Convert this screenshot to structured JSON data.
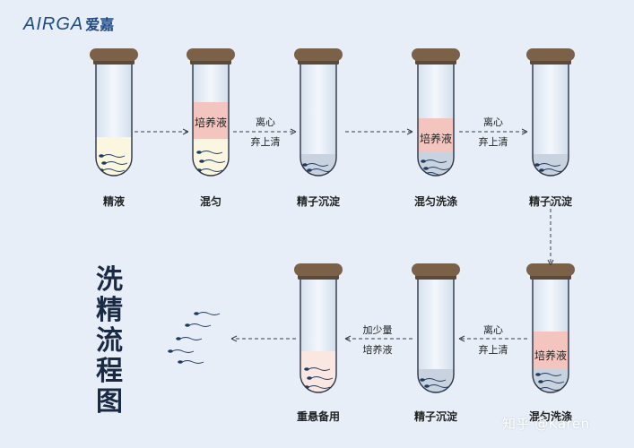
{
  "logo": {
    "latin": "AIRGA",
    "cjk": "爱嘉"
  },
  "title_chars": [
    "洗",
    "精",
    "流",
    "程",
    "图"
  ],
  "tubes": [
    {
      "label": "精液"
    },
    {
      "label": "混匀",
      "band": "培养液"
    },
    {
      "label": "精子沉淀"
    },
    {
      "label": "混匀洗涤",
      "band": "培养液"
    },
    {
      "label": "精子沉淀"
    },
    {
      "label": "混匀洗涤",
      "band": "培养液"
    },
    {
      "label": "精子沉淀"
    },
    {
      "label": "重悬备用"
    }
  ],
  "arrows": [
    {
      "line1": "离心",
      "line2": "弃上清"
    },
    {
      "line1": "离心",
      "line2": "弃上清"
    },
    {
      "line1": "离心",
      "line2": "弃上清"
    },
    {
      "line1": "加少量",
      "line2": "培养液"
    }
  ],
  "watermark": "知乎 @Karen",
  "colors": {
    "background": "#e7eef8",
    "cap": "#7a6147",
    "semen": "#fbf6e0",
    "medium": "#f4c4be",
    "pellet": "#c9d3df",
    "resuspend": "#fbe7e2",
    "sperm": "#1f3a60"
  }
}
